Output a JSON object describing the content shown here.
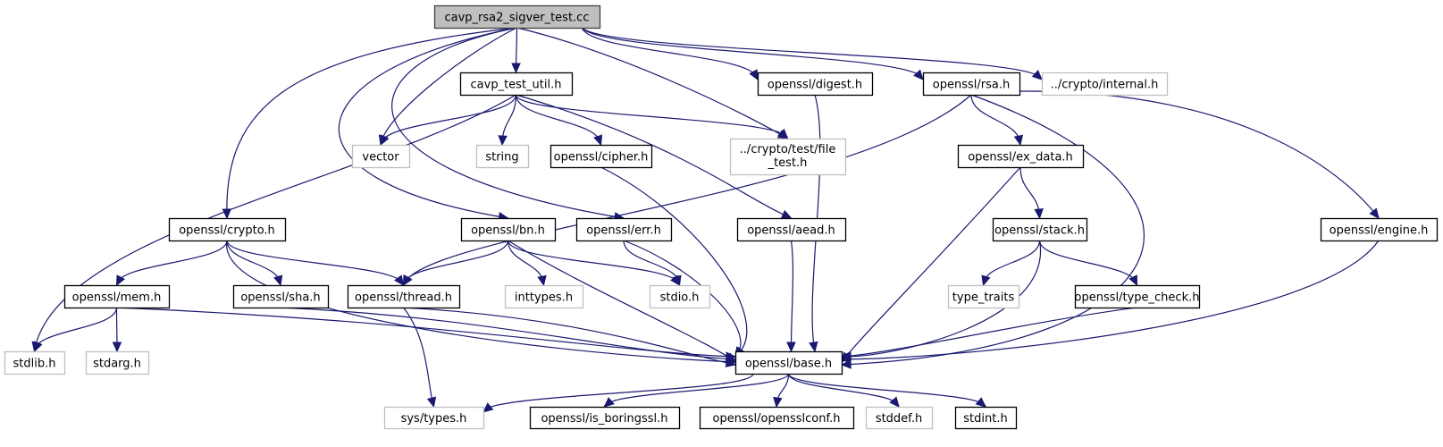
{
  "diagram": {
    "type": "include-dependency-graph",
    "root": "cavp_rsa2_sigver_test.cc",
    "colors": {
      "edge": "#191970",
      "root_fill": "#bfbfbf",
      "documented_border": "#000000",
      "external_border": "#bfbfbf",
      "node_fill": "#ffffff"
    },
    "nodes": [
      {
        "id": "root",
        "label": "cavp_rsa2_sigver_test.cc",
        "kind": "root"
      },
      {
        "id": "cavp_test_util",
        "label": "cavp_test_util.h",
        "kind": "documented"
      },
      {
        "id": "digest",
        "label": "openssl/digest.h",
        "kind": "documented"
      },
      {
        "id": "rsa",
        "label": "openssl/rsa.h",
        "kind": "documented"
      },
      {
        "id": "internal",
        "label": "../crypto/internal.h",
        "kind": "external"
      },
      {
        "id": "vector",
        "label": "vector",
        "kind": "external"
      },
      {
        "id": "string",
        "label": "string",
        "kind": "external"
      },
      {
        "id": "cipher",
        "label": "openssl/cipher.h",
        "kind": "documented"
      },
      {
        "id": "file_test",
        "label": "../crypto/test/file\n_test.h",
        "kind": "external"
      },
      {
        "id": "ex_data",
        "label": "openssl/ex_data.h",
        "kind": "documented"
      },
      {
        "id": "crypto",
        "label": "openssl/crypto.h",
        "kind": "documented"
      },
      {
        "id": "bn",
        "label": "openssl/bn.h",
        "kind": "documented"
      },
      {
        "id": "err",
        "label": "openssl/err.h",
        "kind": "documented"
      },
      {
        "id": "aead",
        "label": "openssl/aead.h",
        "kind": "documented"
      },
      {
        "id": "stack",
        "label": "openssl/stack.h",
        "kind": "documented"
      },
      {
        "id": "engine",
        "label": "openssl/engine.h",
        "kind": "documented"
      },
      {
        "id": "mem",
        "label": "openssl/mem.h",
        "kind": "documented"
      },
      {
        "id": "sha",
        "label": "openssl/sha.h",
        "kind": "documented"
      },
      {
        "id": "thread",
        "label": "openssl/thread.h",
        "kind": "documented"
      },
      {
        "id": "inttypes",
        "label": "inttypes.h",
        "kind": "external"
      },
      {
        "id": "stdio",
        "label": "stdio.h",
        "kind": "external"
      },
      {
        "id": "type_traits",
        "label": "type_traits",
        "kind": "external"
      },
      {
        "id": "type_check",
        "label": "openssl/type_check.h",
        "kind": "documented"
      },
      {
        "id": "stdlib",
        "label": "stdlib.h",
        "kind": "external"
      },
      {
        "id": "stdarg",
        "label": "stdarg.h",
        "kind": "external"
      },
      {
        "id": "base",
        "label": "openssl/base.h",
        "kind": "documented"
      },
      {
        "id": "sys_types",
        "label": "sys/types.h",
        "kind": "external"
      },
      {
        "id": "is_boringssl",
        "label": "openssl/is_boringssl.h",
        "kind": "documented"
      },
      {
        "id": "opensslconf",
        "label": "openssl/opensslconf.h",
        "kind": "documented"
      },
      {
        "id": "stddef",
        "label": "stddef.h",
        "kind": "external"
      },
      {
        "id": "stdint",
        "label": "stdint.h",
        "kind": "documented"
      }
    ],
    "edges": [
      {
        "from": "root",
        "to": "cavp_test_util"
      },
      {
        "from": "root",
        "to": "digest"
      },
      {
        "from": "root",
        "to": "rsa"
      },
      {
        "from": "root",
        "to": "internal"
      },
      {
        "from": "root",
        "to": "vector"
      },
      {
        "from": "root",
        "to": "file_test"
      },
      {
        "from": "root",
        "to": "crypto"
      },
      {
        "from": "root",
        "to": "bn"
      },
      {
        "from": "root",
        "to": "err"
      },
      {
        "from": "cavp_test_util",
        "to": "vector"
      },
      {
        "from": "cavp_test_util",
        "to": "string"
      },
      {
        "from": "cavp_test_util",
        "to": "cipher"
      },
      {
        "from": "cavp_test_util",
        "to": "file_test"
      },
      {
        "from": "cavp_test_util",
        "to": "aead"
      },
      {
        "from": "cavp_test_util",
        "to": "stdlib"
      },
      {
        "from": "digest",
        "to": "base"
      },
      {
        "from": "rsa",
        "to": "ex_data"
      },
      {
        "from": "rsa",
        "to": "engine"
      },
      {
        "from": "rsa",
        "to": "thread"
      },
      {
        "from": "rsa",
        "to": "base"
      },
      {
        "from": "cipher",
        "to": "base"
      },
      {
        "from": "ex_data",
        "to": "stack"
      },
      {
        "from": "ex_data",
        "to": "base"
      },
      {
        "from": "crypto",
        "to": "mem"
      },
      {
        "from": "crypto",
        "to": "sha"
      },
      {
        "from": "crypto",
        "to": "thread"
      },
      {
        "from": "crypto",
        "to": "base"
      },
      {
        "from": "bn",
        "to": "thread"
      },
      {
        "from": "bn",
        "to": "inttypes"
      },
      {
        "from": "bn",
        "to": "stdio"
      },
      {
        "from": "bn",
        "to": "base"
      },
      {
        "from": "err",
        "to": "stdio"
      },
      {
        "from": "err",
        "to": "base"
      },
      {
        "from": "aead",
        "to": "base"
      },
      {
        "from": "stack",
        "to": "type_traits"
      },
      {
        "from": "stack",
        "to": "type_check"
      },
      {
        "from": "stack",
        "to": "base"
      },
      {
        "from": "engine",
        "to": "base"
      },
      {
        "from": "mem",
        "to": "stdlib"
      },
      {
        "from": "mem",
        "to": "stdarg"
      },
      {
        "from": "mem",
        "to": "base"
      },
      {
        "from": "sha",
        "to": "base"
      },
      {
        "from": "thread",
        "to": "sys_types"
      },
      {
        "from": "thread",
        "to": "base"
      },
      {
        "from": "type_check",
        "to": "base"
      },
      {
        "from": "base",
        "to": "sys_types"
      },
      {
        "from": "base",
        "to": "is_boringssl"
      },
      {
        "from": "base",
        "to": "opensslconf"
      },
      {
        "from": "base",
        "to": "stddef"
      },
      {
        "from": "base",
        "to": "stdint"
      }
    ]
  }
}
